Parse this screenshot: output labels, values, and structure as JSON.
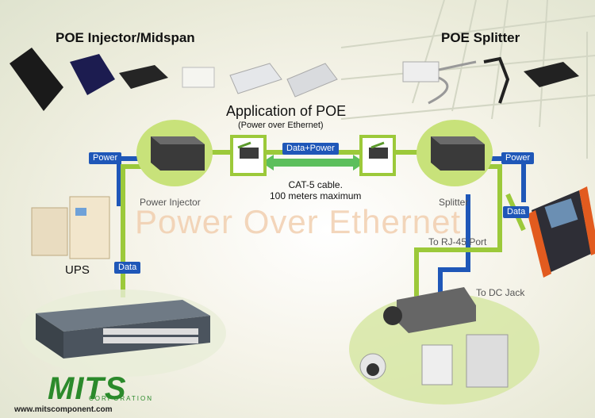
{
  "headings": {
    "injector": "POE Injector/Midspan",
    "splitter": "POE Splitter",
    "app_title": "Application of POE",
    "app_subtitle": "(Power over Ethernet)"
  },
  "labels": {
    "power_injector": "Power Injector",
    "splitter": "Splitter",
    "ups": "UPS",
    "cat5_line1": "CAT-5 cable.",
    "cat5_line2": "100 meters maximum",
    "to_rj45": "To RJ-45 Port",
    "to_dc": "To DC Jack"
  },
  "tags": {
    "power_left": "Power",
    "power_right": "Power",
    "data_left": "Data",
    "data_right": "Data",
    "data_power": "Data+Power"
  },
  "watermark": "Power Over Ethernet",
  "logo": {
    "word": "MITS",
    "corp": "CORPORATION",
    "url": "www.mitscomponent.com"
  },
  "colors": {
    "power_line": "#1f57b8",
    "data_line": "#9cc93a",
    "cable_arrow": "#5cbf5c",
    "logo": "#2b8a2b"
  }
}
